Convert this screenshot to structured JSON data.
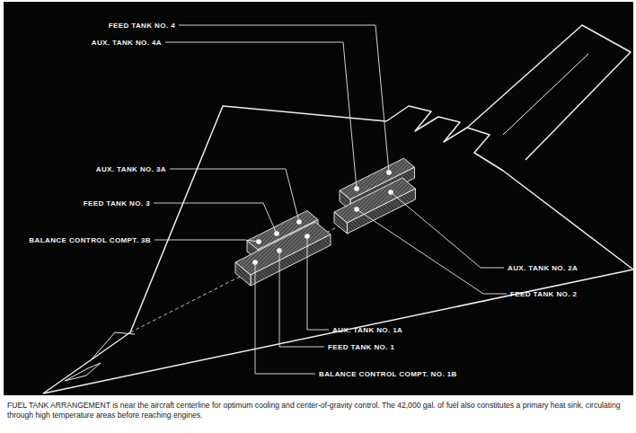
{
  "diagram": {
    "caption": "FUEL TANK ARRANGEMENT is near the aircraft centerline for optimum cooling and center-of-gravity control. The 42,000 gal. of fuel also constitutes a primary heat sink, circulating through high temperature areas before reaching engines.",
    "labels": [
      "FEED TANK NO. 4",
      "AUX. TANK NO. 4A",
      "AUX. TANK NO. 3A",
      "FEED TANK NO. 3",
      "BALANCE CONTROL COMPT. 3B",
      "AUX. TANK NO. 2A",
      "FEED TANK NO. 2",
      "AUX. TANK NO. 1A",
      "FEED TANK NO. 1",
      "BALANCE CONTROL COMPT. NO. 1B"
    ]
  }
}
